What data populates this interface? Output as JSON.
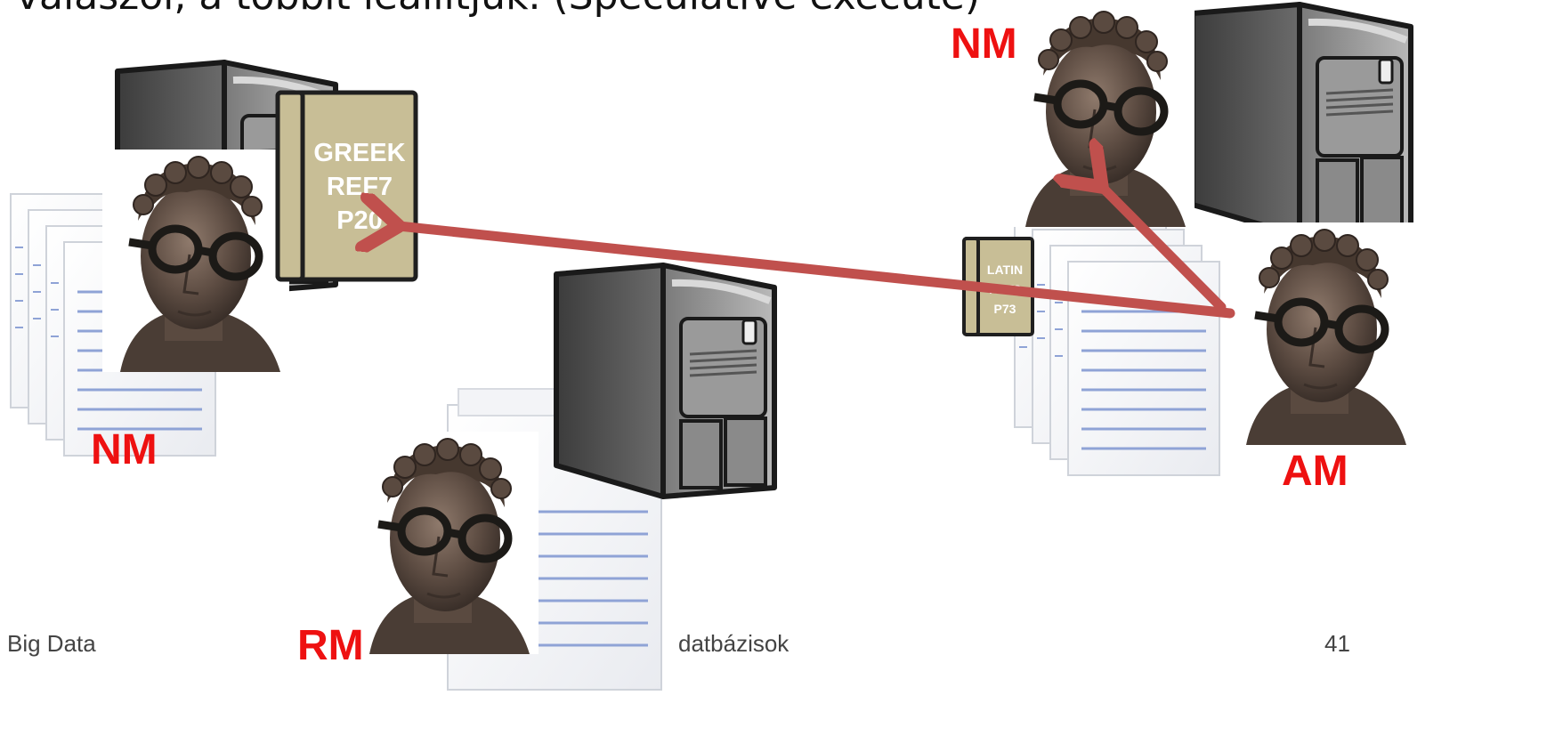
{
  "slide": {
    "heading": "válaszol, a többit leállítjuk. (Speculative execute)",
    "roles": {
      "nm_top_right": "NM",
      "nm_left": "NM",
      "am": "AM",
      "rm": "RM"
    },
    "books": {
      "greek": [
        "GREEK",
        "REF7",
        "P20"
      ],
      "latin": [
        "LATIN",
        "REF3",
        "P73"
      ]
    },
    "footer": {
      "left": "Big Data",
      "center": "datbázisok",
      "page_number": "41"
    }
  },
  "colors": {
    "arrow": "#c0504d",
    "role_text": "#ee1111",
    "book_cover": "#c8be96",
    "server_body": "#555555"
  },
  "icons": [
    "server-icon",
    "document-stack-icon",
    "person-avatar-icon",
    "book-icon",
    "arrow-icon"
  ]
}
